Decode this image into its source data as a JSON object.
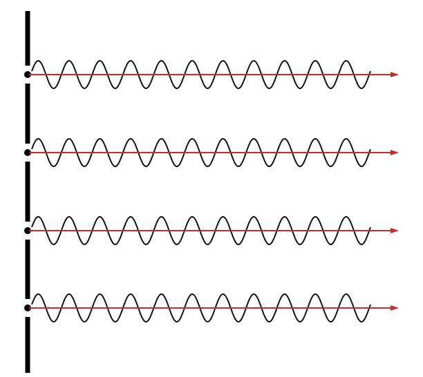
{
  "diagram": {
    "kind": "slits-with-emerging-waves",
    "slit_count": 4,
    "waves_per_slit": 11,
    "barrier_color": "#000000",
    "wave_color": "#111111",
    "ray_color": "#cc2a2a",
    "slit_point_color": "#000000"
  }
}
